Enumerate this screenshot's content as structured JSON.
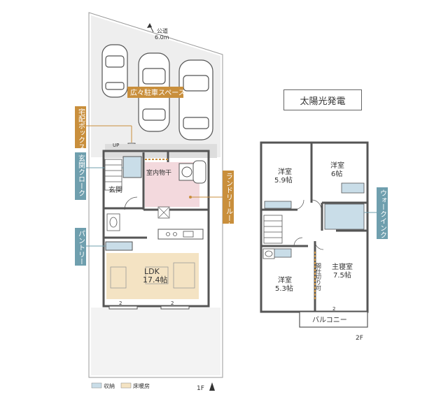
{
  "road": {
    "label": "公道",
    "width": "6.0m"
  },
  "callouts": {
    "parking": "広々駐車スペース",
    "delivery_box": "宅配ボックス",
    "entry_closet": "玄関クローク",
    "pantry": "パントリー",
    "laundry": "ランドリールーム",
    "walk_in_closet": "ウォークインクローゼット"
  },
  "floor1": {
    "entrance": "玄関",
    "indoor_drying": "室内物干",
    "up": "UP",
    "ldk": "LDK",
    "ldk_size": "17.4帖",
    "level": "1F",
    "door_marks": [
      "2",
      "2"
    ]
  },
  "floor2": {
    "solar": "太陽光発電",
    "room1": {
      "name": "洋室",
      "size": "5.9帖"
    },
    "room2": {
      "name": "洋室",
      "size": "6帖"
    },
    "room3": {
      "name": "洋室",
      "size": "5.3帖"
    },
    "master": {
      "name": "主寝室",
      "size": "7.5帖"
    },
    "partition": "間仕切り可",
    "balcony": "バルコニー",
    "level": "2F",
    "door_marks": [
      "2"
    ]
  },
  "legend": {
    "storage": "収納",
    "floor_heating": "床暖房",
    "storage_color": "#c9dde8",
    "heating_color": "#f4e3c3"
  },
  "colors": {
    "orange_tag": "#c98f3c",
    "blue_tag": "#6f9fae",
    "wall": "#555555",
    "pink_room": "#f3d9dd",
    "parking_area": "#eeeeee"
  }
}
